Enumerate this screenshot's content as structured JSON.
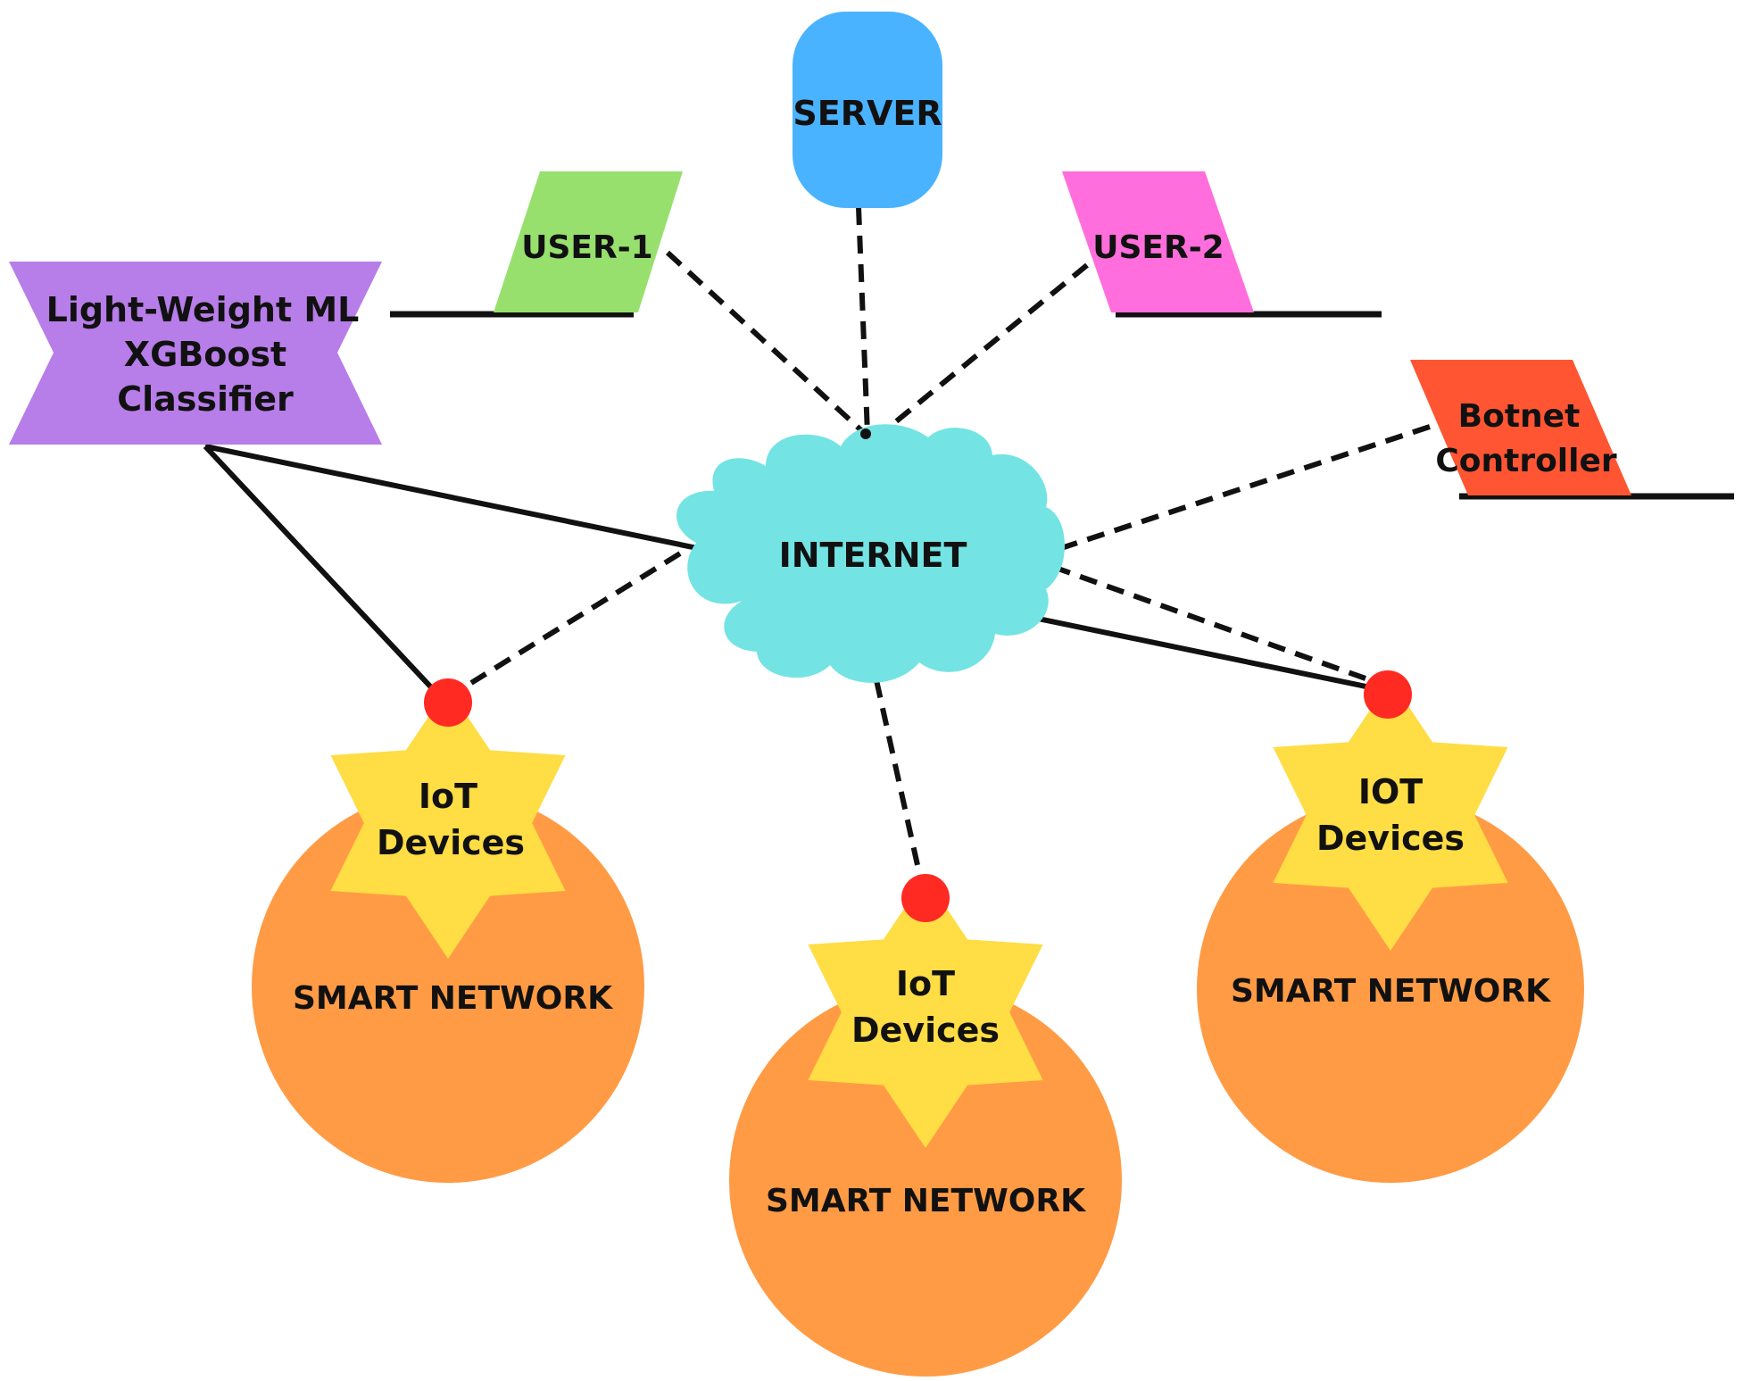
{
  "nodes": {
    "server": {
      "label": "SERVER",
      "color": "#4AB3FF"
    },
    "user1": {
      "label": "USER-1",
      "color": "#97E06E"
    },
    "user2": {
      "label": "USER-2",
      "color": "#FF6EDC"
    },
    "ml": {
      "lines": [
        "Light-Weight ML",
        "XGBoost",
        "Classifier"
      ],
      "color": "#B77DE8"
    },
    "botnet": {
      "lines": [
        "Botnet",
        "Controller"
      ],
      "color": "#FF5533"
    },
    "internet": {
      "label": "INTERNET",
      "color": "#73E3E3"
    },
    "iot_left": {
      "lines": [
        "IoT",
        "Devices"
      ]
    },
    "iot_mid": {
      "lines": [
        "IoT",
        "Devices"
      ]
    },
    "iot_right": {
      "lines": [
        "IOT",
        "Devices"
      ]
    },
    "net_left": {
      "label": "SMART NETWORK"
    },
    "net_mid": {
      "label": "SMART NETWORK"
    },
    "net_right": {
      "label": "SMART NETWORK"
    }
  },
  "colors": {
    "star": "#FFDD44",
    "network": "#FF9B45",
    "endpoint": "#FF2A22",
    "line": "#111111"
  },
  "icons": {
    "server": "rounded-rectangle",
    "user": "parallelogram",
    "ml": "bowtie-banner",
    "internet": "cloud",
    "iot": "six-point-star",
    "network": "circle",
    "endpoint": "dot"
  }
}
